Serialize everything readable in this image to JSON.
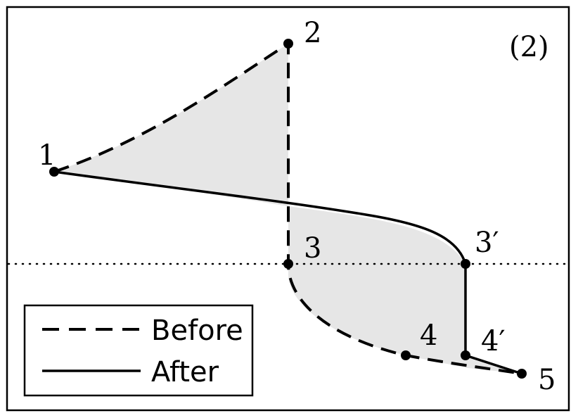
{
  "panel_label": "(2)",
  "points": [
    {
      "id": "p1",
      "label": "1"
    },
    {
      "id": "p2",
      "label": "2"
    },
    {
      "id": "p3",
      "label": "3"
    },
    {
      "id": "p3p",
      "label": "3′"
    },
    {
      "id": "p4",
      "label": "4"
    },
    {
      "id": "p4p",
      "label": "4′"
    },
    {
      "id": "p5",
      "label": "5"
    }
  ],
  "legend": {
    "before_label": "Before",
    "after_label": "After"
  },
  "colors": {
    "shading": "#e6e6e6",
    "line": "#000000",
    "frame": "#000000"
  }
}
